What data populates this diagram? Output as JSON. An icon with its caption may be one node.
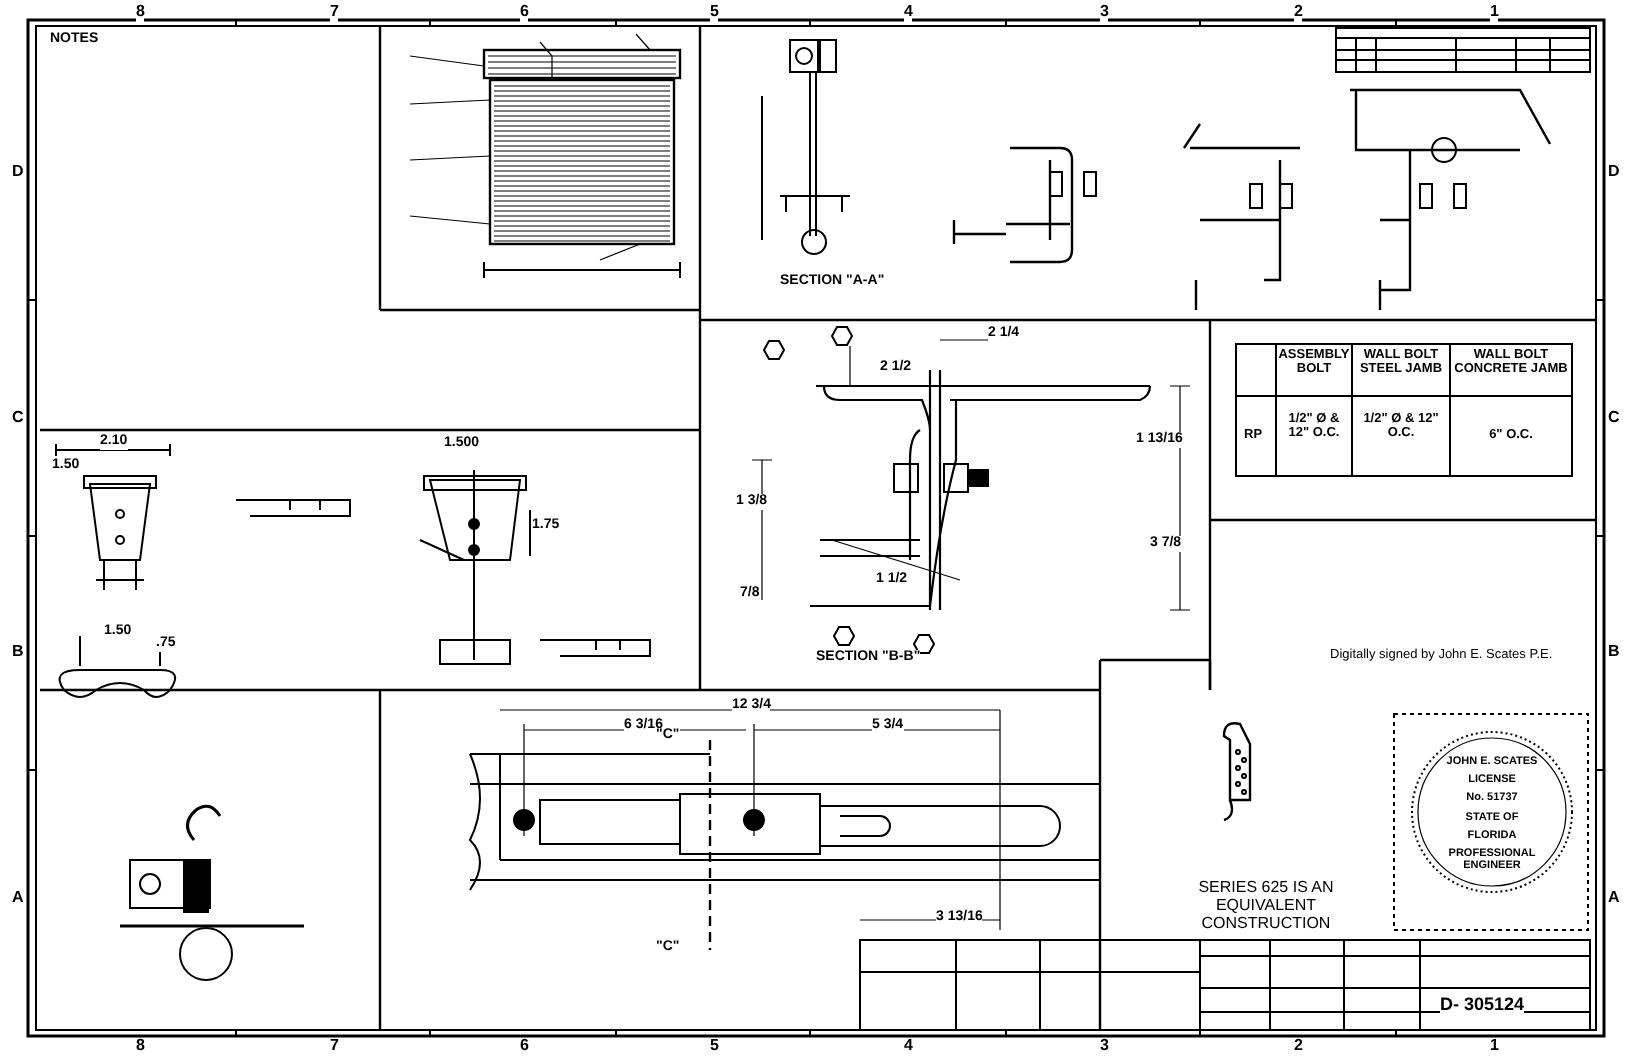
{
  "diagram": {
    "nodes": [
      {
        "text": [
          "JOHN E. SCATES",
          "LICENSE",
          "No. 51737",
          "STATE OF",
          "FLORIDA",
          "PROFESSIONAL ENGINEER"
        ]
      }
    ],
    "labels": [
      "8",
      "7",
      "6",
      "5",
      "4",
      "3",
      "2",
      "1",
      "8",
      "7",
      "6",
      "5",
      "4",
      "3",
      "2",
      "1",
      "D",
      "C",
      "B",
      "A",
      "D",
      "C",
      "B",
      "A",
      "NOTES",
      "SECTION \"A-A\"",
      "2 1/4",
      "2 1/2",
      "1 13/16",
      "1 3/8",
      "3 7/8",
      "7/8",
      "1 1/2",
      "SECTION \"B-B\"",
      "ASSEMBLY BOLT",
      "WALL BOLT STEEL JAMB",
      "WALL BOLT CONCRETE JAMB",
      "RP",
      "1/2\" Ø & 12\" O.C.",
      "1/2\" Ø & 12\" O.C.",
      "6\" O.C.",
      "2.10",
      "1.50",
      "1.500",
      "1.75",
      "1.50",
      ".75",
      "12 3/4",
      "6 3/16",
      "5 3/4",
      "3 13/16",
      "\"C\"",
      "\"C\"",
      "Digitally signed by John E. Scates P.E.",
      "SERIES 625 IS AN EQUIVALENT CONSTRUCTION",
      "D- 305124"
    ]
  }
}
